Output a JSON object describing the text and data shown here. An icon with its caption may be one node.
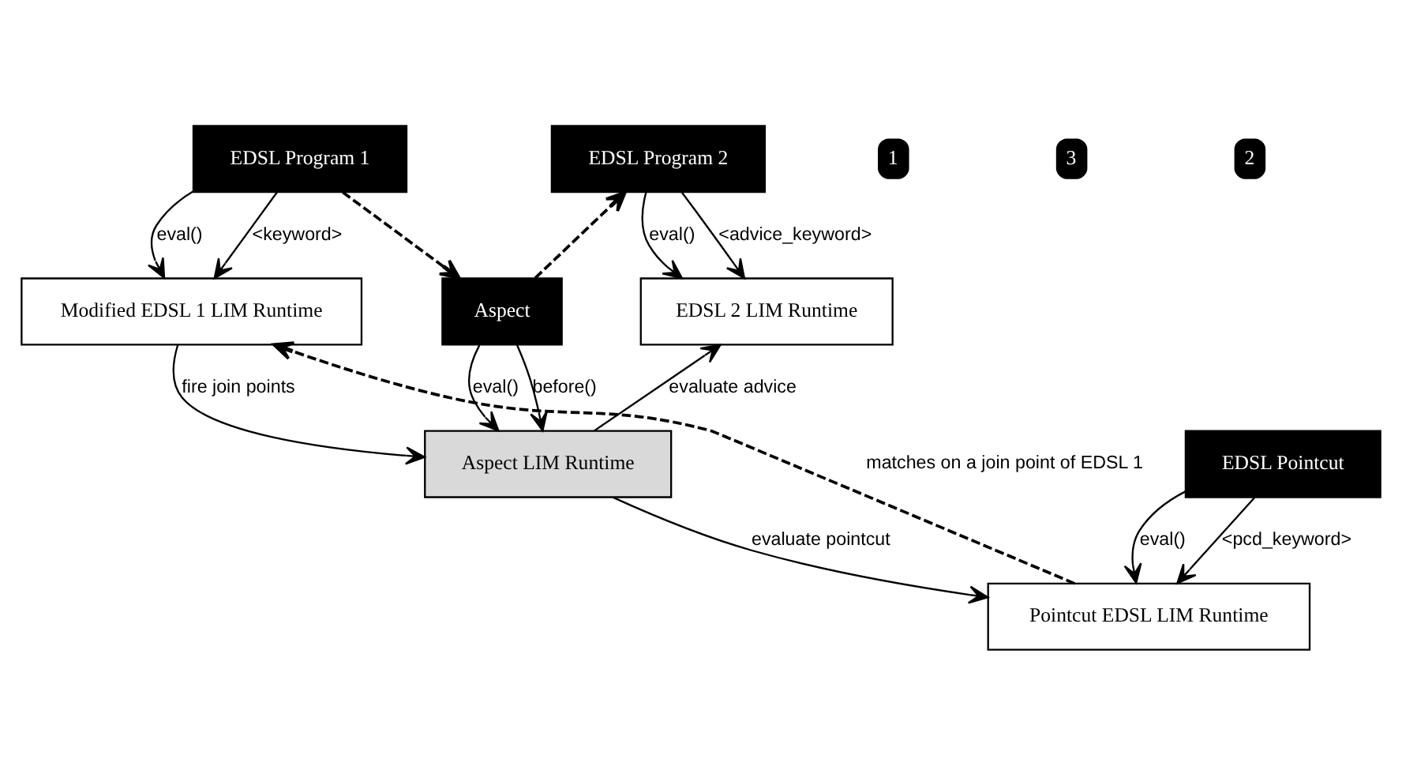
{
  "diagram": {
    "nodes": [
      {
        "text": [
          "EDSL Program 1"
        ]
      },
      {
        "text": [
          "Modified EDSL 1 LIM Runtime"
        ]
      },
      {
        "text": [
          "Aspect"
        ]
      },
      {
        "text": [
          "Aspect LIM Runtime"
        ]
      },
      {
        "text": [
          "EDSL Program 2"
        ]
      },
      {
        "text": [
          "EDSL 2 LIM Runtime"
        ]
      },
      {
        "text": [
          "EDSL Pointcut"
        ]
      },
      {
        "text": [
          "Pointcut EDSL LIM Runtime"
        ]
      }
    ],
    "edges": [
      {
        "from": 0,
        "to": 1,
        "arrow": "to",
        "label": "eval()"
      },
      {
        "from": 0,
        "to": 1,
        "arrow": "to",
        "label": "<keyword>"
      },
      {
        "from": 0,
        "to": 2,
        "arrow": "to",
        "style": "dashed"
      },
      {
        "from": 2,
        "to": 4,
        "arrow": "to",
        "style": "dashed"
      },
      {
        "from": 4,
        "to": 5,
        "arrow": "to",
        "label": "eval()"
      },
      {
        "from": 4,
        "to": 5,
        "arrow": "to",
        "label": "<advice_keyword>"
      },
      {
        "from": 2,
        "to": 3,
        "arrow": "to",
        "label": "eval()"
      },
      {
        "from": 2,
        "to": 3,
        "arrow": "to",
        "label": "before()"
      },
      {
        "from": 1,
        "to": 3,
        "arrow": "to",
        "label": "fire join points"
      },
      {
        "from": 3,
        "to": 5,
        "arrow": "to",
        "label": "evaluate advice"
      },
      {
        "from": 3,
        "to": 7,
        "arrow": "to",
        "label": "evaluate pointcut"
      },
      {
        "from": 6,
        "to": 7,
        "arrow": "to",
        "label": "eval()"
      },
      {
        "from": 6,
        "to": 7,
        "arrow": "to",
        "label": "<pcd_keyword>"
      },
      {
        "from": 7,
        "to": 1,
        "arrow": "to",
        "style": "dashed",
        "label": "matches on a join point of EDSL 1"
      }
    ],
    "labels": [
      "1",
      "3",
      "2"
    ]
  }
}
